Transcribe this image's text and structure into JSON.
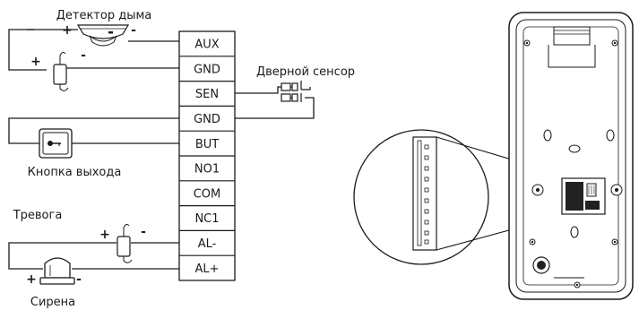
{
  "labels": {
    "smoke_detector": "Детектор дыма",
    "door_sensor": "Дверной сенсор",
    "exit_button": "Кнопка выхода",
    "alarm": "Тревога",
    "siren": "Сирена"
  },
  "terminals": [
    "AUX",
    "GND",
    "SEN",
    "GND",
    "BUT",
    "NO1",
    "COM",
    "NC1",
    "AL-",
    "AL+"
  ],
  "signs": {
    "plus": "+",
    "minus": "-"
  },
  "colors": {
    "line": "#1a1a1a",
    "device_fill": "#ffffff",
    "device_dark": "#222222"
  }
}
